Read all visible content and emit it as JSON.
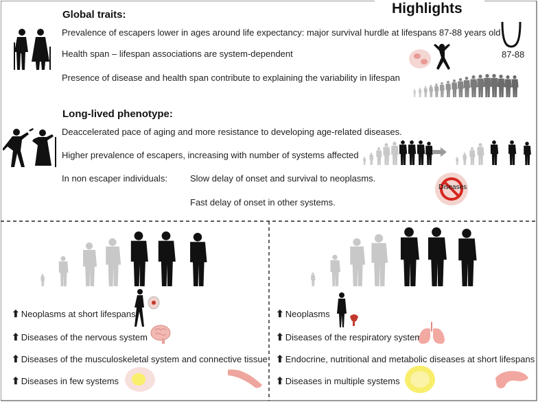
{
  "title": "Highlights",
  "global_traits": {
    "heading": "Global traits:",
    "items": [
      "Prevalence of escapers lower in ages around life expectancy: major survival hurdle at lifespans 87-88 years old",
      "Health span – lifespan associations are system-dependent",
      "Presence of disease and health span contribute to explaining the variability in lifespan"
    ],
    "curve_label": "87-88"
  },
  "long_lived": {
    "heading": "Long-lived phenotype:",
    "items": [
      "Deaccelerated pace of aging and more resistance to developing age-related diseases.",
      "Higher prevalence of escapers, increasing with number of systems affected"
    ],
    "non_escaper_label": "In non escaper individuals:",
    "non_escaper_items": [
      "Slow delay of onset and survival to neoplasms.",
      "Fast delay of onset in other systems."
    ],
    "no_diseases_label": "Diseases"
  },
  "women": {
    "items": [
      "Neoplasms at short lifespans",
      "Diseases of the nervous system",
      "Diseases of the musculoskeletal system and connective tissue",
      "Diseases in few systems"
    ]
  },
  "men": {
    "items": [
      "Neoplasms",
      "Diseases of the respiratory system",
      "Endocrine, nutritional and metabolic diseases at short lifespans",
      "Diseases in multiple systems"
    ]
  },
  "arrow_glyph": "⬆",
  "colors": {
    "text": "#1e1e1e",
    "silhouette": "#111111",
    "faded": "#c8c8c8",
    "organ": "#e89a94",
    "forbidden": "#d6271f"
  }
}
